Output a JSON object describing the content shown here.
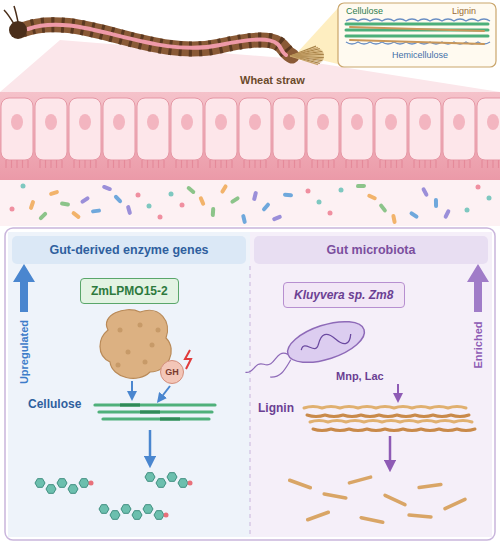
{
  "diagram": {
    "nodes": [
      {
        "text": [
          "Gut-derived enzyme genes"
        ]
      },
      {
        "text": [
          "Gut microbiota"
        ]
      },
      {
        "text": [
          "ZmLPMO15-2"
        ],
        "in": 0
      },
      {
        "text": [
          "Kluyvera sp. Zm8"
        ],
        "in": 1
      },
      {
        "text": [
          "GH"
        ],
        "in": 0
      }
    ],
    "labels": [
      "Cellulose",
      "Lignin",
      "Hemicellulose",
      "Wheat straw",
      "Upregulated",
      "Cellulose",
      "Enriched",
      "Mnp, Lac",
      "Lignin"
    ]
  }
}
